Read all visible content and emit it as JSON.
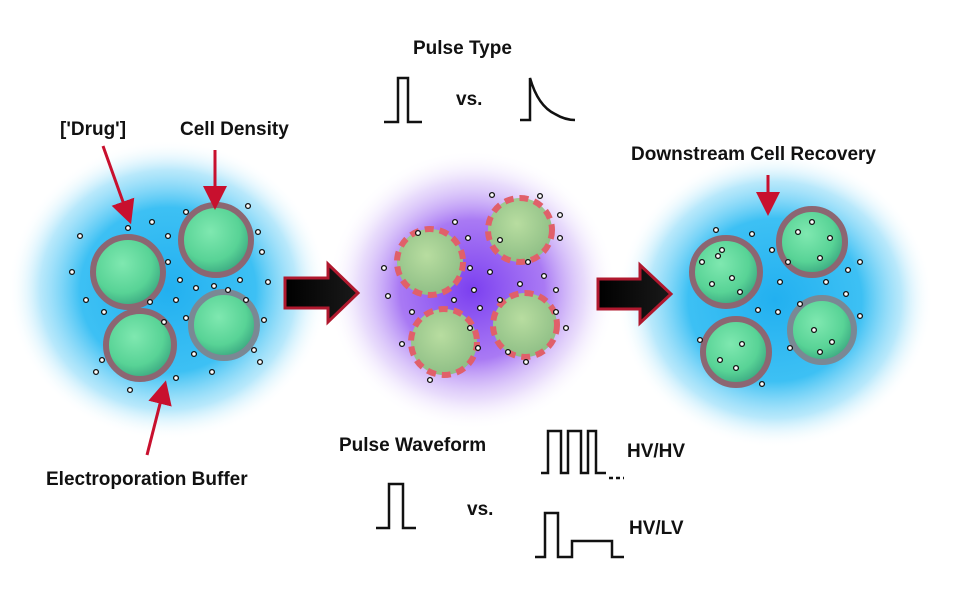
{
  "labels": {
    "pulse_type": "Pulse Type",
    "vs_top": "vs.",
    "drug": "['Drug']",
    "cell_density": "Cell Density",
    "downstream": "Downstream Cell Recovery",
    "buffer": "Electroporation Buffer",
    "pulse_waveform": "Pulse Waveform",
    "vs_bottom": "vs.",
    "hvhv": "HV/HV",
    "hvlv": "HV/LV"
  },
  "colors": {
    "glow_blue": "#29b4f0",
    "glow_purple": "#8a4cf0",
    "cell_green": "#5fd79a",
    "cell_rim": "#8c6672",
    "pore_dash": "#e0606a",
    "arrow_fill": "#050505",
    "arrow_outline": "#b0182e",
    "pointer_red": "#c8102e"
  },
  "icons": {
    "pulse_square": "square-pulse-icon",
    "pulse_decay": "exponential-decay-icon",
    "pulse_double": "double-square-pulse-icon",
    "pulse_step": "high-low-step-pulse-icon",
    "arrow": "right-arrow-icon"
  }
}
